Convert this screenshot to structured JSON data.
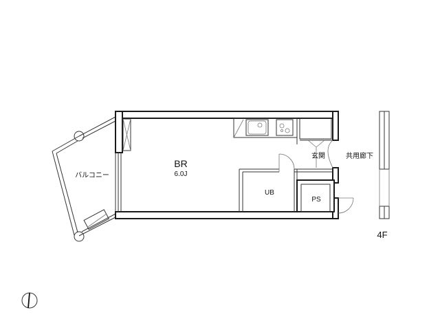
{
  "rooms": {
    "bedroom_name": "BR",
    "bedroom_size": "6.0J",
    "bathroom": "UB",
    "pipe_space": "PS",
    "entrance": "玄関",
    "balcony": "バルコニー",
    "corridor": "共用廊下"
  },
  "floor": "4F",
  "colors": {
    "wall": "#1a1a1a",
    "background": "#ffffff"
  }
}
